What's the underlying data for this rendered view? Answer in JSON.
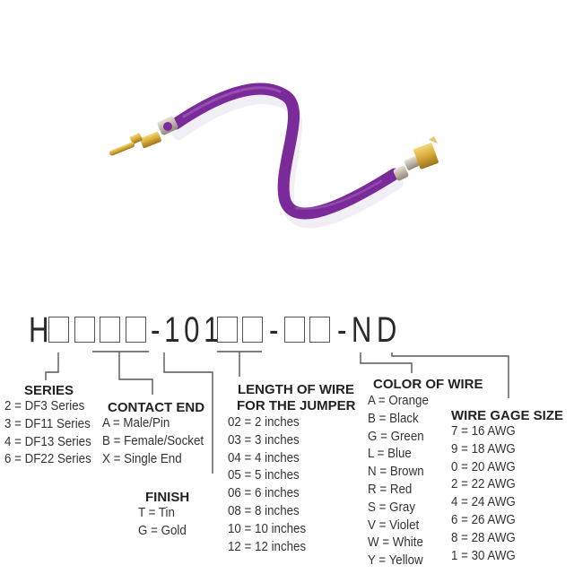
{
  "product_photo": {
    "subject": "jumper wire",
    "wire_color": "#7b2a9a",
    "contact_color": "#d9a93a"
  },
  "part_number": {
    "segments": [
      {
        "type": "text",
        "value": "H"
      },
      {
        "type": "box"
      },
      {
        "type": "box"
      },
      {
        "type": "box"
      },
      {
        "type": "box"
      },
      {
        "type": "text",
        "value": "-101"
      },
      {
        "type": "box"
      },
      {
        "type": "box"
      },
      {
        "type": "text",
        "value": "-"
      },
      {
        "type": "box"
      },
      {
        "type": "box"
      },
      {
        "type": "text",
        "value": "-ND"
      }
    ],
    "prefix": "H",
    "middle": "-101",
    "dash": "-",
    "suffix": "-ND"
  },
  "series": {
    "title": "SERIES",
    "items": [
      "2 = DF3 Series",
      "3 = DF11 Series",
      "4 = DF13 Series",
      "6 = DF22 Series"
    ]
  },
  "contact_end": {
    "title": "CONTACT END",
    "items": [
      "A = Male/Pin",
      "B = Female/Socket",
      "X = Single End"
    ]
  },
  "finish": {
    "title": "FINISH",
    "items": [
      "T = Tin",
      "G = Gold"
    ]
  },
  "length": {
    "title_line1": "LENGTH OF WIRE",
    "title_line2": "FOR THE JUMPER",
    "items": [
      "02 = 2 inches",
      "03 = 3 inches",
      "04 = 4 inches",
      "05 = 5 inches",
      "06 = 6 inches",
      "08 = 8 inches",
      "10 = 10 inches",
      "12 = 12 inches"
    ]
  },
  "color": {
    "title": "COLOR OF WIRE",
    "items": [
      "A = Orange",
      "B = Black",
      "G = Green",
      "L = Blue",
      "N = Brown",
      "R = Red",
      "S = Gray",
      "V = Violet",
      "W = White",
      "Y = Yellow"
    ]
  },
  "gage": {
    "title": "WIRE GAGE SIZE",
    "items": [
      "7 = 16 AWG",
      "9 = 18 AWG",
      "0 = 20 AWG",
      "2 = 22 AWG",
      "4 = 24 AWG",
      "6 = 26 AWG",
      "8 = 28 AWG",
      "1 = 30 AWG"
    ]
  }
}
